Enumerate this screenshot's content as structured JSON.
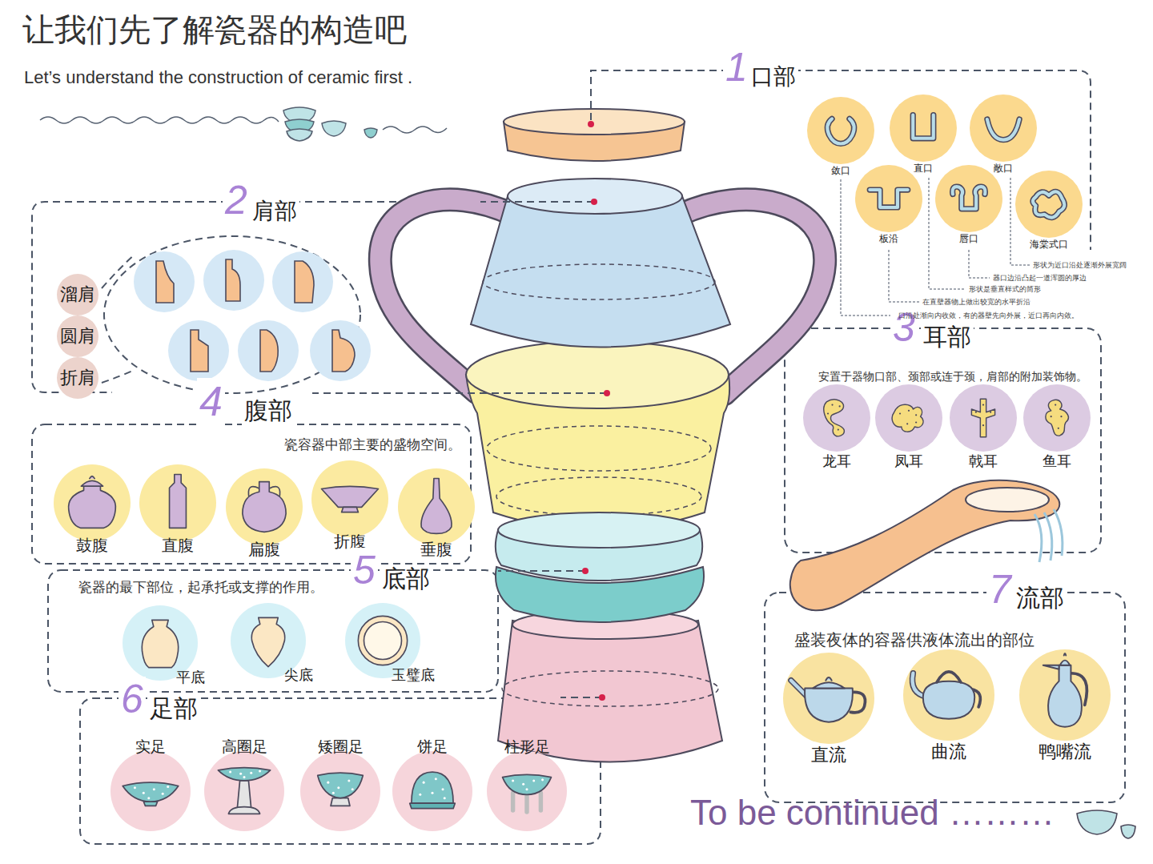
{
  "diagram": {
    "title": "让我们先了解瓷器的构造吧",
    "nodes": [
      {
        "text": [
          "1",
          "口部"
        ]
      },
      {
        "text": [
          "敛口"
        ],
        "in": 0
      },
      {
        "text": [
          "直口"
        ],
        "in": 0
      },
      {
        "text": [
          "敞口"
        ],
        "in": 0
      },
      {
        "text": [
          "板沿"
        ],
        "in": 0
      },
      {
        "text": [
          "唇口"
        ],
        "in": 0
      },
      {
        "text": [
          "海棠式口"
        ],
        "in": 0
      },
      {
        "text": [
          "2",
          "肩部"
        ]
      },
      {
        "text": [
          "溜肩"
        ],
        "in": 7
      },
      {
        "text": [
          "圆肩"
        ],
        "in": 7
      },
      {
        "text": [
          "折肩"
        ],
        "in": 7
      },
      {
        "text": [
          "3",
          "耳部",
          "安置于器物口部、颈部或连于颈，肩部的附加装饰物。"
        ]
      },
      {
        "text": [
          "龙耳"
        ],
        "in": 11
      },
      {
        "text": [
          "凤耳"
        ],
        "in": 11
      },
      {
        "text": [
          "戟耳"
        ],
        "in": 11
      },
      {
        "text": [
          "鱼耳"
        ],
        "in": 11
      },
      {
        "text": [
          "4",
          "腹部",
          "瓷容器中部主要的盛物空间。"
        ]
      },
      {
        "text": [
          "鼓腹"
        ],
        "in": 16
      },
      {
        "text": [
          "直腹"
        ],
        "in": 16
      },
      {
        "text": [
          "扁腹"
        ],
        "in": 16
      },
      {
        "text": [
          "折腹"
        ],
        "in": 16
      },
      {
        "text": [
          "垂腹"
        ],
        "in": 16
      },
      {
        "text": [
          "瓷器的最下部位，起承托或支撑的作用。",
          "5",
          "底部"
        ]
      },
      {
        "text": [
          "平底"
        ],
        "in": 22
      },
      {
        "text": [
          "尖底"
        ],
        "in": 22
      },
      {
        "text": [
          "玉璧底"
        ],
        "in": 22
      },
      {
        "text": [
          "6",
          "足部"
        ]
      },
      {
        "text": [
          "实足"
        ],
        "in": 26
      },
      {
        "text": [
          "高圈足"
        ],
        "in": 26
      },
      {
        "text": [
          "矮圈足"
        ],
        "in": 26
      },
      {
        "text": [
          "饼足"
        ],
        "in": 26
      },
      {
        "text": [
          "柱形足"
        ],
        "in": 26
      },
      {
        "text": [
          "7",
          "流部",
          "盛装夜体的容器供液体流出的部位"
        ]
      },
      {
        "text": [
          "直流"
        ],
        "in": 32
      },
      {
        "text": [
          "曲流"
        ],
        "in": 32
      },
      {
        "text": [
          "鸭嘴流"
        ],
        "in": 32
      }
    ],
    "labels": [
      "Let’s understand the construction of ceramic first .",
      "形状为近口沿处逐渐外展宽阔",
      "器口边沿凸起一道浑圆的厚边",
      "形状是垂直样式的筒形",
      "在直壁器物上做出较宽的水平折沿",
      "口沿处渐向内收敛，有的器壁先向外展，近口再向内敛。",
      "To be continued ………"
    ]
  }
}
